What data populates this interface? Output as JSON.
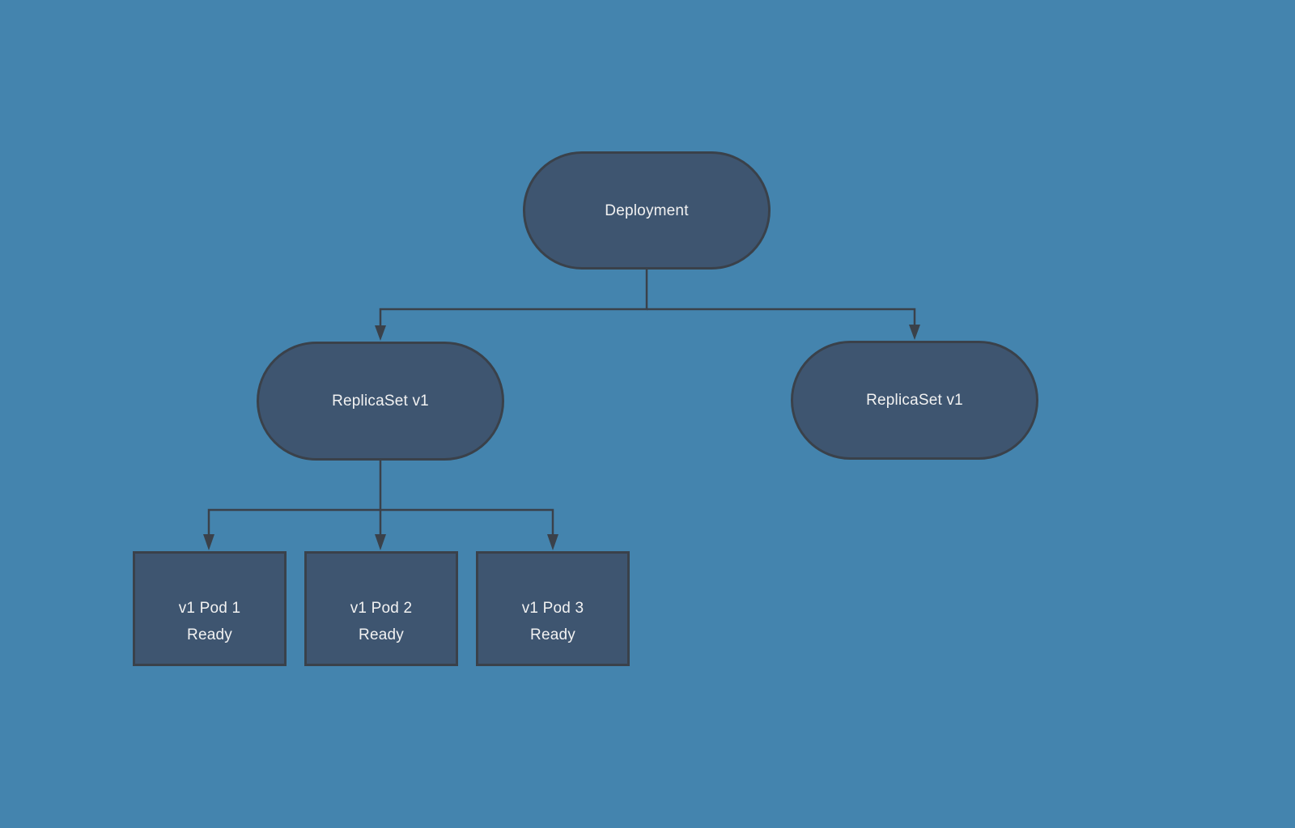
{
  "colors": {
    "background": "#4484ae",
    "node_fill": "#3e5570",
    "node_border": "#3a414a",
    "connector": "#3a414a",
    "text": "#f2f2f2"
  },
  "nodes": {
    "deployment": {
      "label": "Deployment",
      "shape": "rounded"
    },
    "replicaset_left": {
      "label": "ReplicaSet v1",
      "shape": "rounded"
    },
    "replicaset_right": {
      "label": "ReplicaSet v1",
      "shape": "rounded"
    },
    "pod1": {
      "label": "v1 Pod 1",
      "status": "Ready",
      "shape": "rectangle"
    },
    "pod2": {
      "label": "v1 Pod 2",
      "status": "Ready",
      "shape": "rectangle"
    },
    "pod3": {
      "label": "v1 Pod 3",
      "status": "Ready",
      "shape": "rectangle"
    }
  },
  "edges": [
    {
      "from": "deployment",
      "to": "replicaset_left"
    },
    {
      "from": "deployment",
      "to": "replicaset_right"
    },
    {
      "from": "replicaset_left",
      "to": "pod1"
    },
    {
      "from": "replicaset_left",
      "to": "pod2"
    },
    {
      "from": "replicaset_left",
      "to": "pod3"
    }
  ]
}
